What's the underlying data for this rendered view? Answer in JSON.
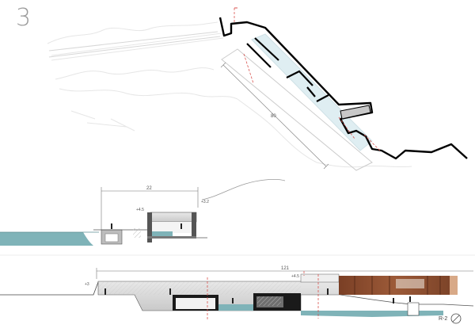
{
  "sheet": {
    "number": "3"
  },
  "plan": {
    "dimension_label": "80"
  },
  "section_small": {
    "width_label": "22",
    "level_top_left": "+4.5",
    "level_top_right": "+3.2"
  },
  "section_long": {
    "length_label": "121",
    "level_left": "+3",
    "level_right": "+4.5"
  },
  "drawing_code": {
    "label": "R-2"
  },
  "colors": {
    "water": "#7fb3b8",
    "line_heavy": "#000000",
    "line_light": "#c8c8c8",
    "accent_red": "#d9534f",
    "rust": "#8a4b2e"
  }
}
